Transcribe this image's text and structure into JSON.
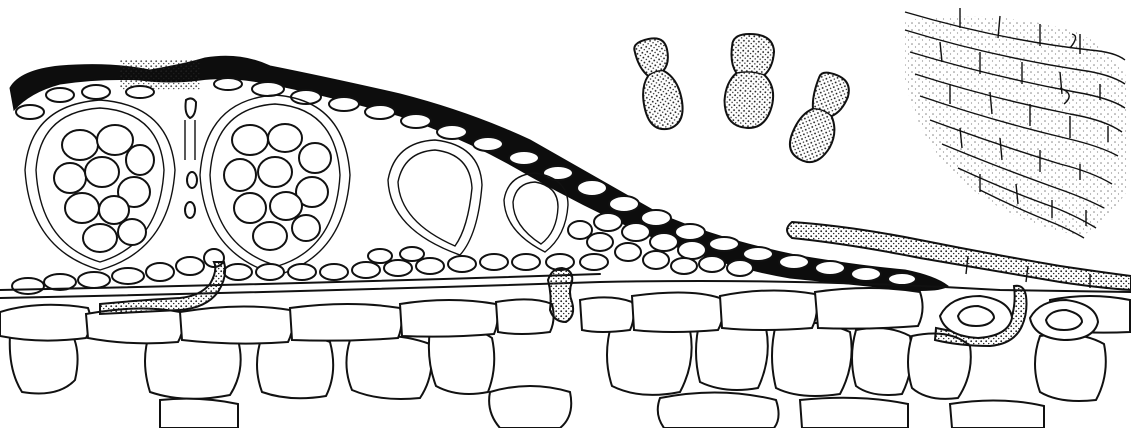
{
  "figure": {
    "palette": {
      "ink": "#111111",
      "paper": "#ffffff"
    },
    "parts": [
      "black-crust",
      "perithecium-asci",
      "host-epidermis",
      "host-parenchyma-cells",
      "spores",
      "hyphae-tissue-inset",
      "running-hyphae"
    ]
  }
}
